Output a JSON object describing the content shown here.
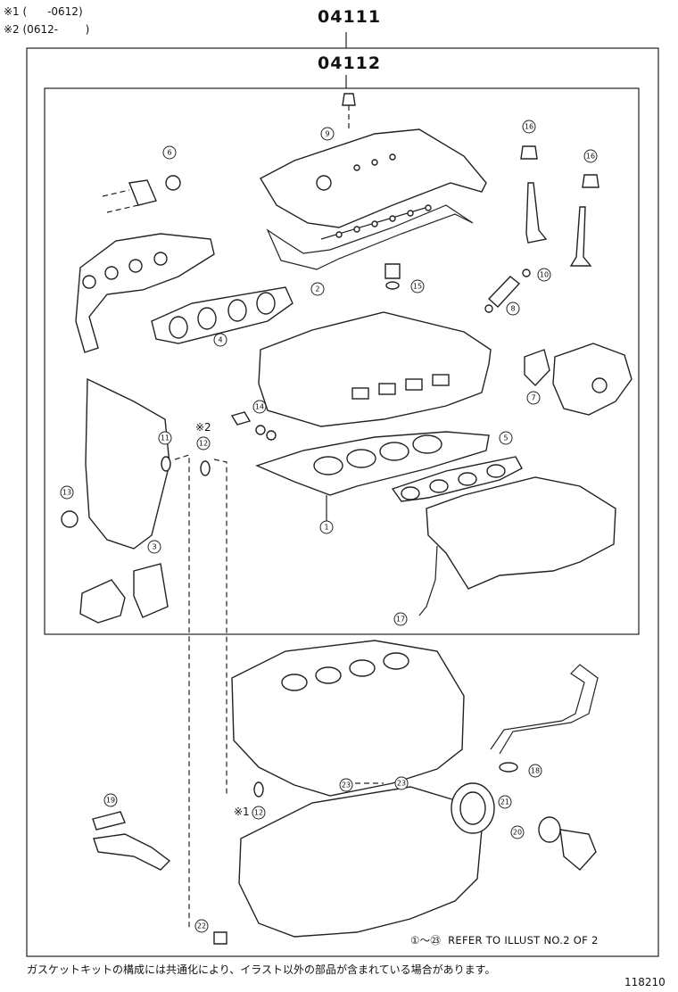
{
  "header": {
    "note1": "※1 (      -0612)",
    "note2": "※2 (0612-        )",
    "kit_outer": "04111",
    "kit_inner": "04112"
  },
  "callouts": [
    "①",
    "②",
    "③",
    "④",
    "⑤",
    "⑥",
    "⑦",
    "⑧",
    "⑨",
    "⑩",
    "⑪",
    "⑫",
    "⑬",
    "⑭",
    "⑮",
    "⑯",
    "⑯",
    "⑰",
    "⑱",
    "⑲",
    "⑳",
    "㉑",
    "㉒",
    "㉓",
    "㉓",
    "⑫"
  ],
  "marks": {
    "m2_12": "※2",
    "m1_12": "※1"
  },
  "reference": "①～㉓  REFER TO ILLUST NO.2 OF 2",
  "footer_note": "ガスケットキットの構成には共通化により、イラスト以外の部品が含まれている場合があります。",
  "figure_code": "118210"
}
